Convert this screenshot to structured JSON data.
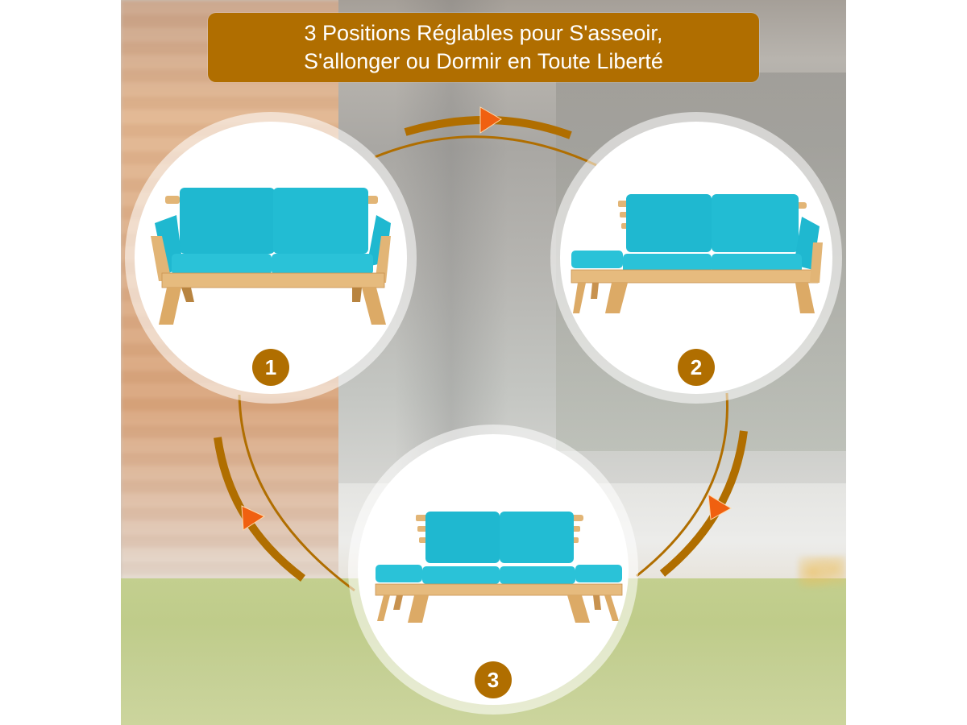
{
  "banner": {
    "line1": "3 Positions Réglables pour S'asseoir,",
    "line2": "S'allonger ou Dormir en Toute Liberté"
  },
  "positions": [
    {
      "number": "1",
      "label": "sofa-mode",
      "description": "Both armrests raised"
    },
    {
      "number": "2",
      "label": "chaise-mode",
      "description": "Left armrest lowered"
    },
    {
      "number": "3",
      "label": "daybed-mode",
      "description": "Both armrests lowered"
    }
  ],
  "colors": {
    "banner_bg": "#b06e00",
    "badge_bg": "#b06e00",
    "arrow_arc": "#b06e00",
    "arrow_head": "#f06010",
    "cushion": "#1fb8d0",
    "cushion_light": "#34c9dc",
    "wood": "#e2b576",
    "wood_dark": "#c8924f"
  }
}
